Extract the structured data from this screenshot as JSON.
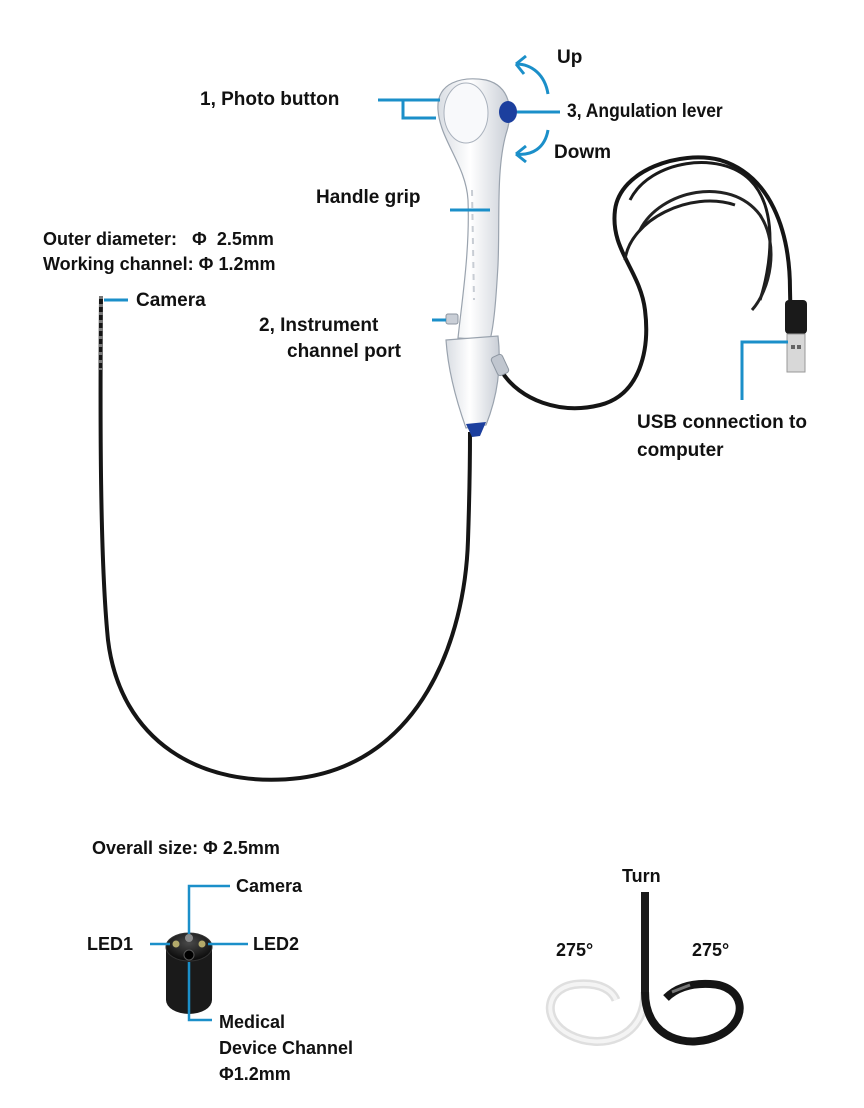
{
  "colors": {
    "leader": "#1b8fc9",
    "handle": "#f1f3f6",
    "accent": "#1c3f9e",
    "cable": "#151515"
  },
  "labels": {
    "up": "Up",
    "down": "Dowm",
    "photo_button": "1, Photo button",
    "angulation_lever": "3, Angulation lever",
    "handle_grip": "Handle grip",
    "outer_diameter": "Outer diameter:   Φ  2.5mm",
    "working_channel": "Working channel: Φ 1.2mm",
    "camera": "Camera",
    "instrument_port_line1": "2, Instrument",
    "instrument_port_line2": "channel port",
    "usb_line1": "USB connection to",
    "usb_line2": "computer"
  },
  "tip_detail": {
    "overall_size": "Overall size: Φ 2.5mm",
    "camera": "Camera",
    "led1": "LED1",
    "led2": "LED2",
    "channel_line1": "Medical",
    "channel_line2": "Device Channel",
    "channel_line3": "Φ1.2mm"
  },
  "turn_detail": {
    "title": "Turn",
    "left_angle": "275°",
    "right_angle": "275°"
  }
}
